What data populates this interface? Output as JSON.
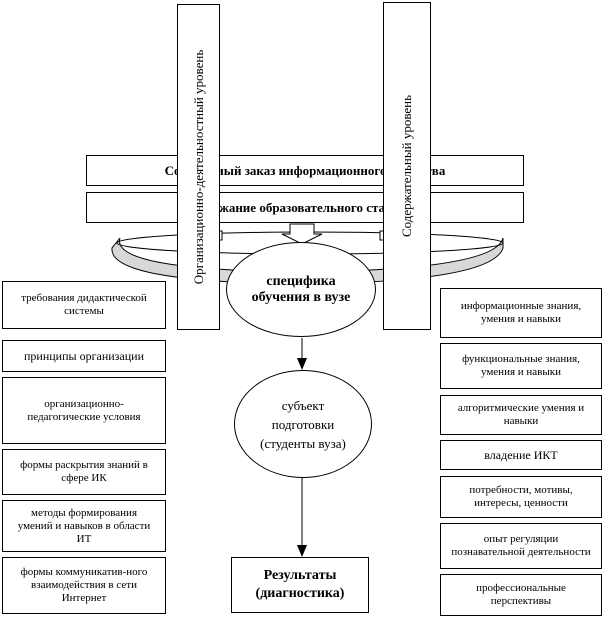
{
  "horizontal_bands": {
    "social_order": "Социальный заказ информационного общества",
    "content_standard": "Содержание образовательного стандарта"
  },
  "vertical_bars": {
    "organizational": "Организационно-деятельностный уровень",
    "content": "Содержательный уровень"
  },
  "center": {
    "specifics": "специфика обучения в вузе",
    "subject": "субъект подготовки (студенты вуза)",
    "results": "Результаты (диагностика)"
  },
  "left_boxes": [
    "требования дидактической системы",
    "принципы организации",
    "организационно-педагогические условия",
    "формы раскрытия знаний в сфере ИК",
    "методы формирования умений и навыков в области ИТ",
    "формы коммуникатив-ного взаимодействия в сети Интернет"
  ],
  "right_boxes": [
    "информационные знания, умения и навыки",
    "функциональные знания, умения и навыки",
    "алгоритмические умения и навыки",
    "владение ИКТ",
    "потребности, мотивы, интересы, ценности",
    "опыт регуляции познавательной деятельности",
    "профессиональные перспективы"
  ]
}
